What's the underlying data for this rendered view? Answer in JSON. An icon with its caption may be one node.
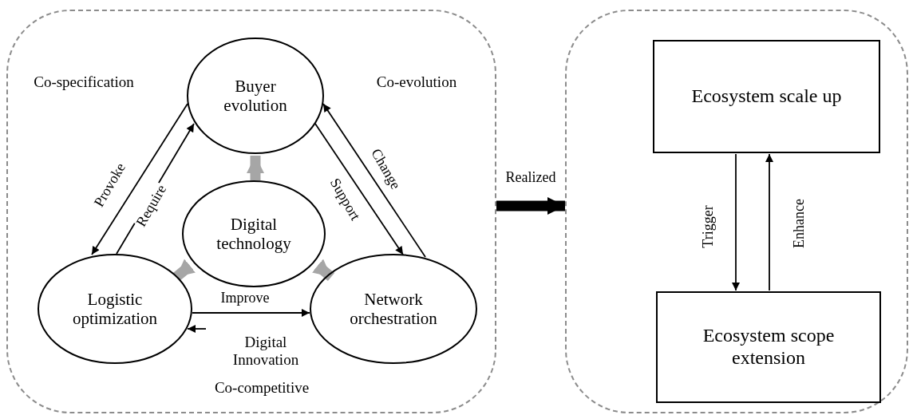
{
  "diagram": {
    "nodes": [
      {
        "text": [],
        "shape": "box"
      },
      {
        "text": [
          "Buyer evolution"
        ],
        "in": 0
      },
      {
        "text": [
          "Digital technology"
        ],
        "in": 0
      },
      {
        "text": [
          "Logistic optimization"
        ],
        "in": 0
      },
      {
        "text": [
          "Network orchestration"
        ],
        "in": 0
      },
      {
        "text": [],
        "shape": "box"
      },
      {
        "text": [
          "Ecosystem scale up"
        ],
        "in": 5
      },
      {
        "text": [
          "Ecosystem scope extension"
        ],
        "in": 5
      }
    ],
    "edges": [
      {
        "from": 1,
        "to": 3,
        "arrow": "to",
        "label": "Provoke"
      },
      {
        "from": 3,
        "to": 1,
        "arrow": "to",
        "label": "Require"
      },
      {
        "from": 1,
        "to": 4,
        "arrow": "to",
        "label": "Support"
      },
      {
        "from": 4,
        "to": 1,
        "arrow": "to",
        "label": "Change"
      },
      {
        "from": 3,
        "to": 4,
        "arrow": "to",
        "label": "Improve"
      },
      {
        "from": null,
        "to": 3,
        "arrow": "to"
      },
      {
        "from": 2,
        "to": 1,
        "arrow": "to",
        "style": "thick",
        "color": "#a6a6a6"
      },
      {
        "from": 2,
        "to": 3,
        "arrow": "to",
        "style": "thick",
        "color": "#a6a6a6"
      },
      {
        "from": 2,
        "to": 4,
        "arrow": "to",
        "style": "thick",
        "color": "#a6a6a6"
      },
      {
        "from": 0,
        "to": 5,
        "arrow": "to",
        "style": "thick",
        "label": "Realized"
      },
      {
        "from": 6,
        "to": 7,
        "arrow": "to",
        "label": "Trigger"
      },
      {
        "from": 7,
        "to": 6,
        "arrow": "to",
        "label": "Enhance"
      }
    ],
    "labels": [
      "Co-specification",
      "Co-evolution",
      "Digital Innovation",
      "Co-competitive"
    ]
  }
}
